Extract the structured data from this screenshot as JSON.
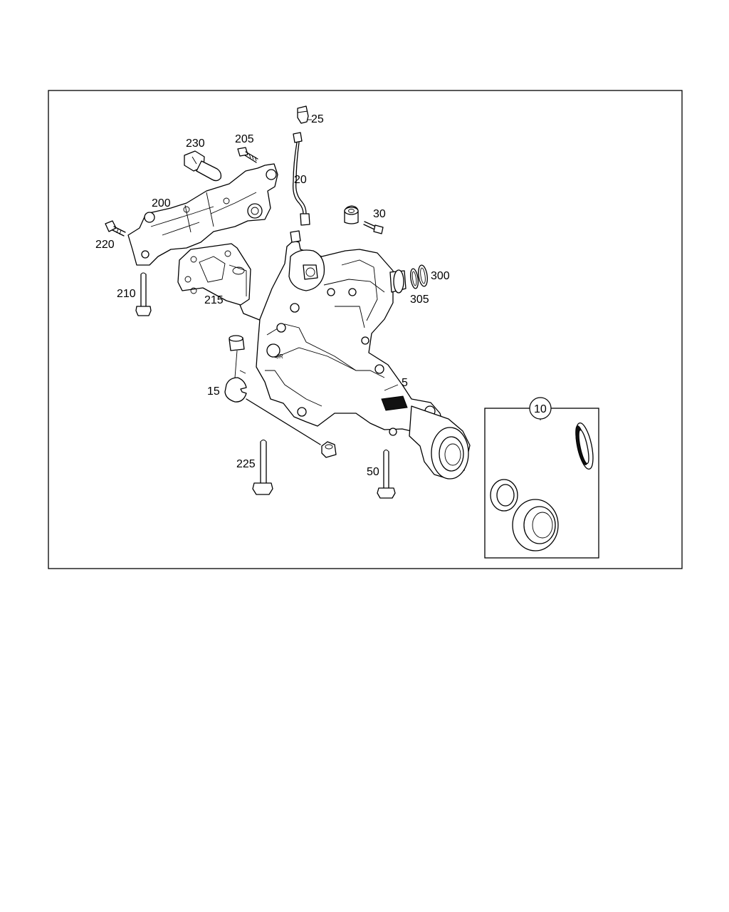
{
  "diagram": {
    "callouts": {
      "c5": "5",
      "c10": "10",
      "c15": "15",
      "c20": "20",
      "c25": "25",
      "c30": "30",
      "c50": "50",
      "c200": "200",
      "c205": "205",
      "c210": "210",
      "c215": "215",
      "c220": "220",
      "c225": "225",
      "c230": "230",
      "c300": "300",
      "c305": "305"
    },
    "housing_stamp": "JR"
  }
}
